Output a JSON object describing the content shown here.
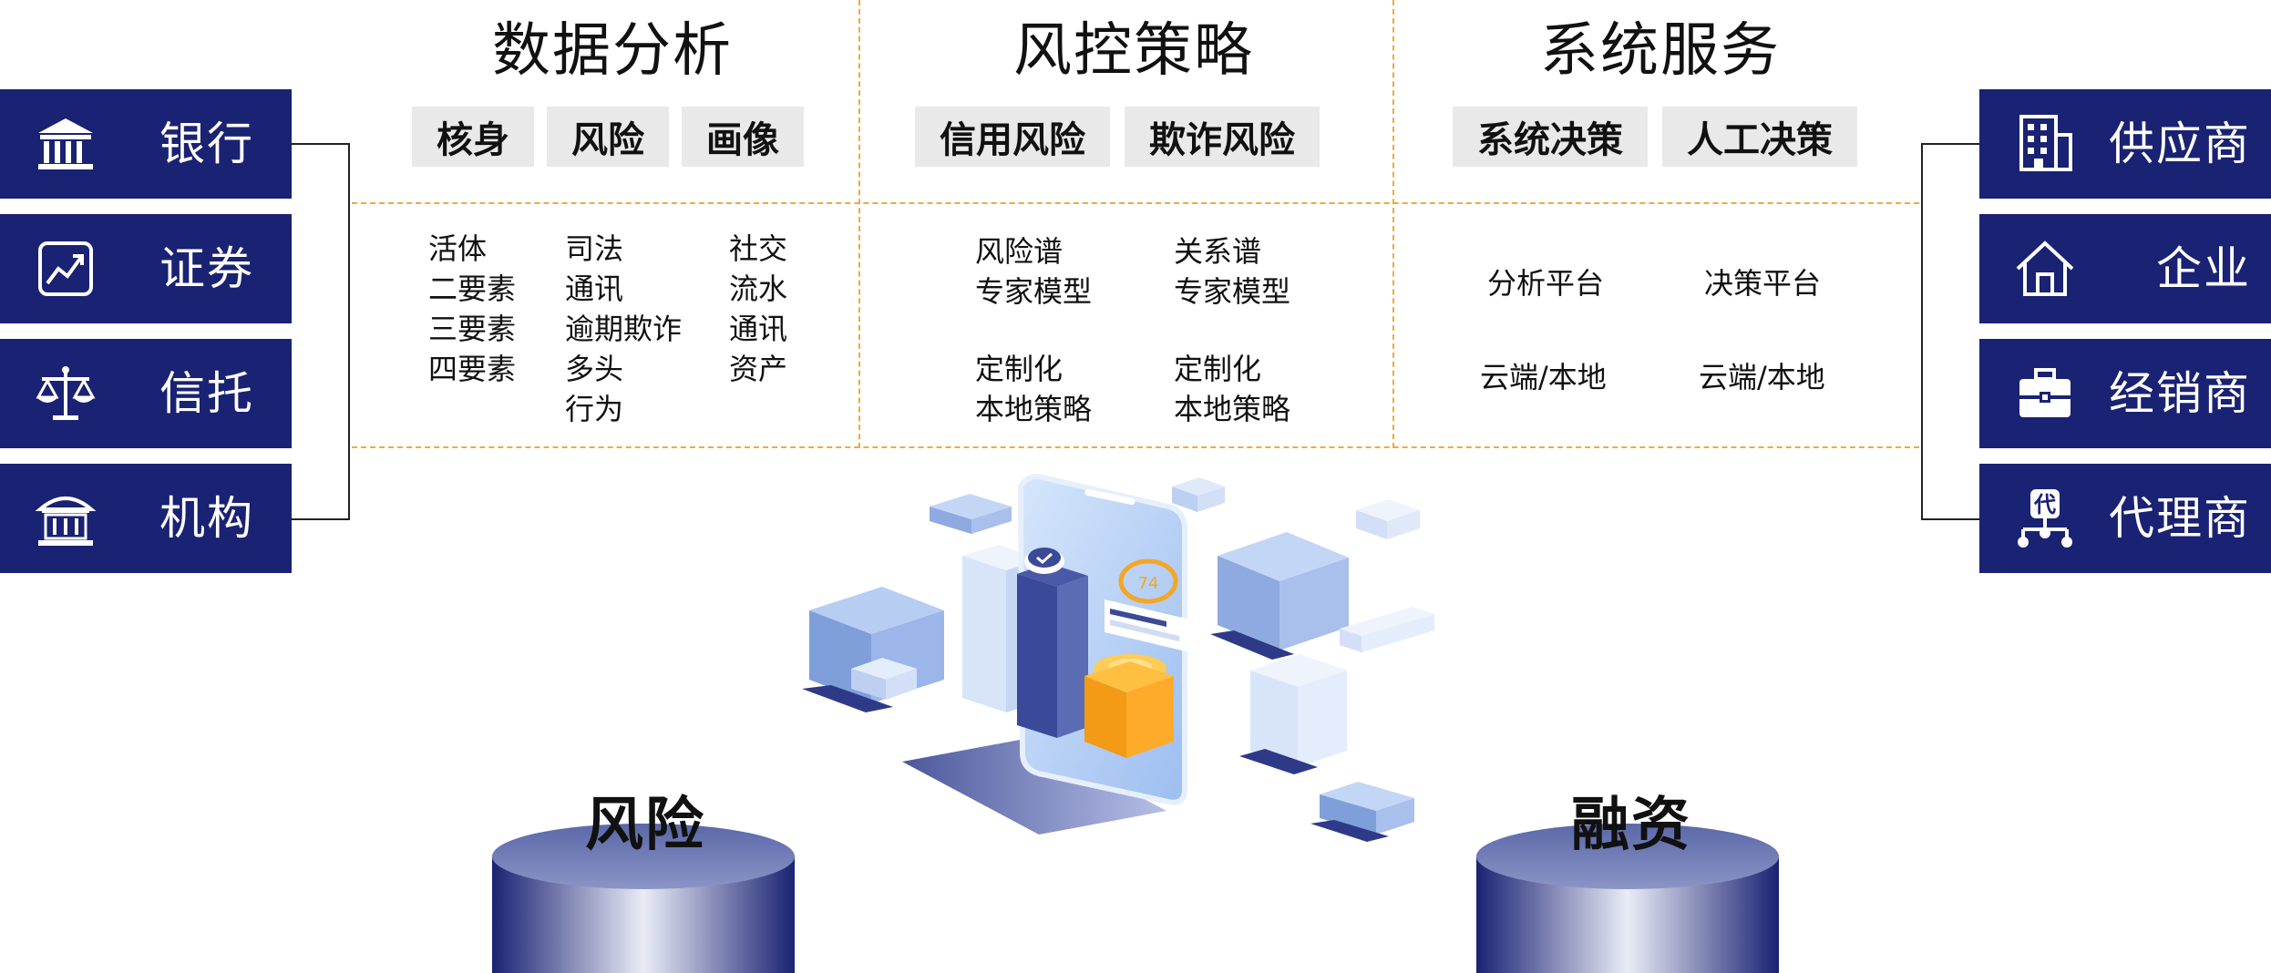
{
  "left_tiles": [
    "银行",
    "证券",
    "信托",
    "机构"
  ],
  "right_tiles": [
    "供应商",
    "企业",
    "经销商",
    "代理商"
  ],
  "sections": [
    {
      "title": "数据分析",
      "tags": [
        "核身",
        "风险",
        "画像"
      ],
      "columns": [
        [
          "活体",
          "二要素",
          "三要素",
          "四要素"
        ],
        [
          "司法",
          "通讯",
          "逾期欺诈",
          "多头",
          "行为"
        ],
        [
          "社交",
          "流水",
          "通讯",
          "资产"
        ]
      ]
    },
    {
      "title": "风控策略",
      "tags": [
        "信用风险",
        "欺诈风险"
      ],
      "groups": [
        [
          "风险谱",
          "专家模型"
        ],
        [
          "关系谱",
          "专家模型"
        ],
        [
          "定制化",
          "本地策略"
        ],
        [
          "定制化",
          "本地策略"
        ]
      ]
    },
    {
      "title": "系统服务",
      "tags": [
        "系统决策",
        "人工决策"
      ],
      "items": [
        "分析平台",
        "决策平台",
        "云端/本地",
        "云端/本地"
      ]
    }
  ],
  "bottom_labels": [
    "风险",
    "融资"
  ],
  "icon_glyph": "代",
  "colors": {
    "tile_bg": "#1a2273",
    "dash": "#f0a93c",
    "tag_bg": "#e9e9ea"
  }
}
